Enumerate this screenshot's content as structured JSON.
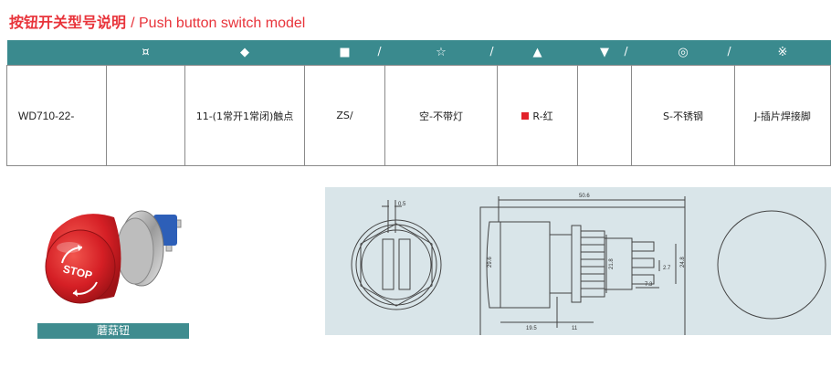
{
  "header": {
    "title_cn": "按钮开关型号说明",
    "title_en": "/ Push button switch model"
  },
  "table": {
    "header_symbols": [
      "",
      "¤",
      "◆",
      "■",
      "☆",
      "▲",
      "▼",
      "◎",
      "※"
    ],
    "separators": [
      "",
      "",
      "",
      "/",
      "/",
      "",
      "/",
      "/",
      ""
    ],
    "row": [
      "WD710-22-",
      "",
      "11-(1常开1常闭)触点",
      "ZS/",
      "空-不带灯",
      "R-红",
      "",
      "S-不锈钢",
      "J-插片焊接脚"
    ]
  },
  "product": {
    "caption": "蘑菇钮",
    "button_text": "STOP"
  },
  "drawing": {
    "dims": [
      "0.5",
      "50.6",
      "29.6",
      "21.8",
      "24.8",
      "2.7",
      "7.3",
      "19.5",
      "11"
    ]
  },
  "colors": {
    "title": "#e8333a",
    "header_bg": "#3a8a8e",
    "accent_red": "#e2222a",
    "drawing_bg": "#d9e5e9"
  }
}
